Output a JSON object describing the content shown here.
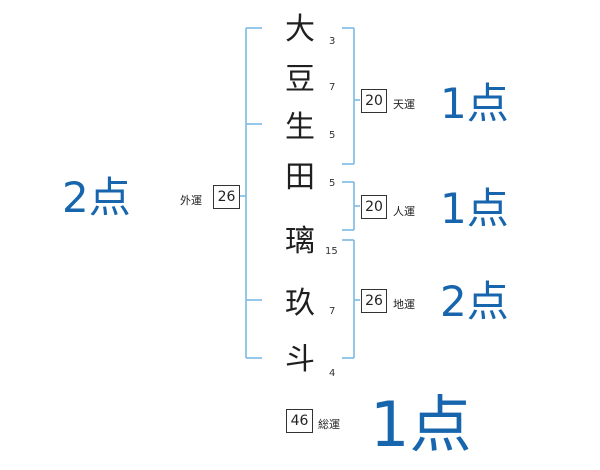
{
  "name_chars": [
    {
      "char": "大",
      "strokes": "3"
    },
    {
      "char": "豆",
      "strokes": "7"
    },
    {
      "char": "生",
      "strokes": "5"
    },
    {
      "char": "田",
      "strokes": "5"
    },
    {
      "char": "璃",
      "strokes": "15"
    },
    {
      "char": "玖",
      "strokes": "7"
    },
    {
      "char": "斗",
      "strokes": "4"
    }
  ],
  "fortunes": {
    "ten": {
      "label": "天運",
      "value": "20",
      "score": "1点"
    },
    "jin": {
      "label": "人運",
      "value": "20",
      "score": "1点"
    },
    "chi": {
      "label": "地運",
      "value": "26",
      "score": "2点"
    },
    "gai": {
      "label": "外運",
      "value": "26",
      "score": "2点"
    },
    "sou": {
      "label": "総運",
      "value": "46",
      "score": "1点"
    }
  },
  "colors": {
    "score": "#1766ad",
    "bracket": "#7db9e3"
  }
}
